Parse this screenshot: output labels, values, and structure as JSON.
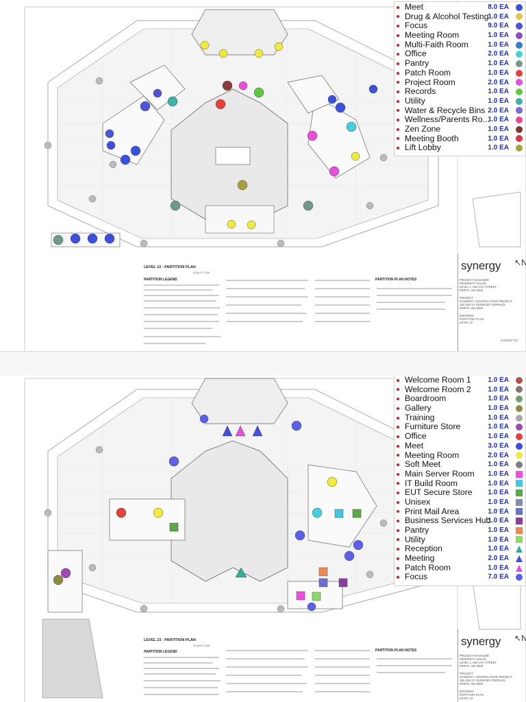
{
  "sheet1": {
    "legend": [
      {
        "label": "Meet",
        "count": "8.0 EA",
        "shape": "circle",
        "color": "#3b4fe0"
      },
      {
        "label": "Drug & Alcohol Testing",
        "count": "1.0 EA",
        "shape": "circle",
        "color": "#e8c547"
      },
      {
        "label": "Focus",
        "count": "9.0 EA",
        "shape": "circle",
        "color": "#4a55d8"
      },
      {
        "label": "Meeting Room",
        "count": "1.0 EA",
        "shape": "circle",
        "color": "#8e4ec6"
      },
      {
        "label": "Multi-Faith Room",
        "count": "1.0 EA",
        "shape": "circle",
        "color": "#2f7fd8"
      },
      {
        "label": "Office",
        "count": "2.0 EA",
        "shape": "circle",
        "color": "#45d0e0"
      },
      {
        "label": "Pantry",
        "count": "1.0 EA",
        "shape": "circle",
        "color": "#6f9a8a"
      },
      {
        "label": "Patch Room",
        "count": "1.0 EA",
        "shape": "circle",
        "color": "#e5423c"
      },
      {
        "label": "Project Room",
        "count": "2.0 EA",
        "shape": "circle",
        "color": "#e84ddc"
      },
      {
        "label": "Records",
        "count": "1.0 EA",
        "shape": "circle",
        "color": "#5fc840"
      },
      {
        "label": "Utility",
        "count": "1.0 EA",
        "shape": "circle",
        "color": "#3bb3a8"
      },
      {
        "label": "Water & Recycle Bins",
        "count": "2.0 EA",
        "shape": "circle",
        "color": "#7a6bd0"
      },
      {
        "label": "Wellness/Parents Ro...",
        "count": "1.0 EA",
        "shape": "circle",
        "color": "#e8489a"
      },
      {
        "label": "Zen Zone",
        "count": "1.0 EA",
        "shape": "circle",
        "color": "#7a3b2e"
      },
      {
        "label": "Meeting Booth",
        "count": "1.0 EA",
        "shape": "circle",
        "color": "#d83a3a"
      },
      {
        "label": "Lift Lobby",
        "count": "1.0 EA",
        "shape": "circle",
        "color": "#a8a040"
      }
    ],
    "plan_title": "LEVEL 22 - PARTITION PLAN",
    "plan_scale": "SCALE 1:100",
    "legend_heading": "PARTITION LEGEND",
    "notes_heading": "PARTITION PLAN NOTES",
    "title_block": {
      "logo": "synergy",
      "lines": [
        "PROJECT MANAGER",
        "PROPERTY SOLVE",
        "LEVEL 1, 863 HAY STREET",
        "PERTH, WA 6000",
        "",
        "PROJECT",
        "SYNERGY: CENTRAL PARK PROJECT",
        "152-158 ST GEORGES TERRACE",
        "PERTH, WA 6000",
        "",
        "DRAWING",
        "PARTITION PLAN",
        "LEVEL 22"
      ],
      "date": "AUGUST '23"
    }
  },
  "sheet2": {
    "legend": [
      {
        "label": "Welcome Room 1",
        "count": "1.0 EA",
        "shape": "circle",
        "color": "#b5534a"
      },
      {
        "label": "Welcome Room 2",
        "count": "1.0 EA",
        "shape": "circle",
        "color": "#7d7a70"
      },
      {
        "label": "Boardroom",
        "count": "1.0 EA",
        "shape": "circle",
        "color": "#6fa26a"
      },
      {
        "label": "Gallery",
        "count": "1.0 EA",
        "shape": "circle",
        "color": "#8f8a40"
      },
      {
        "label": "Training",
        "count": "1.0 EA",
        "shape": "circle",
        "color": "#a7a7a7"
      },
      {
        "label": "Furniture Store",
        "count": "1.0 EA",
        "shape": "circle",
        "color": "#9a4ab0"
      },
      {
        "label": "Office",
        "count": "1.0 EA",
        "shape": "circle",
        "color": "#e5423c"
      },
      {
        "label": "Meet",
        "count": "3.0 EA",
        "shape": "circle",
        "color": "#3b4fe0"
      },
      {
        "label": "Meeting Room",
        "count": "2.0 EA",
        "shape": "circle",
        "color": "#f0ea3a"
      },
      {
        "label": "Soft Meet",
        "count": "1.0 EA",
        "shape": "circle",
        "color": "#7f7f7f"
      },
      {
        "label": "Main Server Room",
        "count": "1.0 EA",
        "shape": "square",
        "color": "#ee4fe0"
      },
      {
        "label": "IT Build Room",
        "count": "1.0 EA",
        "shape": "square",
        "color": "#45c8e0"
      },
      {
        "label": "EUT Secure Store",
        "count": "1.0 EA",
        "shape": "square",
        "color": "#5aa848"
      },
      {
        "label": "Unisex",
        "count": "1.0 EA",
        "shape": "square",
        "color": "#7e8fa8"
      },
      {
        "label": "Print Mail Area",
        "count": "1.0 EA",
        "shape": "square",
        "color": "#6a6fd0"
      },
      {
        "label": "Business Services Hub",
        "count": "1.0 EA",
        "shape": "square",
        "color": "#8a3fa0"
      },
      {
        "label": "Pantry",
        "count": "1.0 EA",
        "shape": "square",
        "color": "#f08a50"
      },
      {
        "label": "Utility",
        "count": "1.0 EA",
        "shape": "square",
        "color": "#8fd868"
      },
      {
        "label": "Reception",
        "count": "1.0 EA",
        "shape": "triangle",
        "color": "#2fae9a"
      },
      {
        "label": "Meeting",
        "count": "2.0 EA",
        "shape": "triangle",
        "color": "#4050e0"
      },
      {
        "label": "Patch Room",
        "count": "1.0 EA",
        "shape": "triangle",
        "color": "#e84ddc"
      },
      {
        "label": "Focus",
        "count": "7.0 EA",
        "shape": "circle",
        "color": "#5a60e8"
      }
    ],
    "plan_title": "LEVEL 23 - PARTITION PLAN",
    "plan_scale": "SCALE 1:100",
    "legend_heading": "PARTITION LEGEND",
    "notes_heading": "PARTITION PLAN NOTES",
    "title_block": {
      "logo": "synergy",
      "lines": [
        "PROJECT MANAGER",
        "PROPERTY SOLVE",
        "LEVEL 1, 863 HAY STREET",
        "PERTH, WA 6000",
        "",
        "PROJECT",
        "SYNERGY: CENTRAL PARK PROJECT",
        "152-158 ST GEORGES TERRACE",
        "PERTH, WA 6000",
        "",
        "DRAWING",
        "PARTITION PLAN",
        "LEVEL 23"
      ]
    }
  }
}
